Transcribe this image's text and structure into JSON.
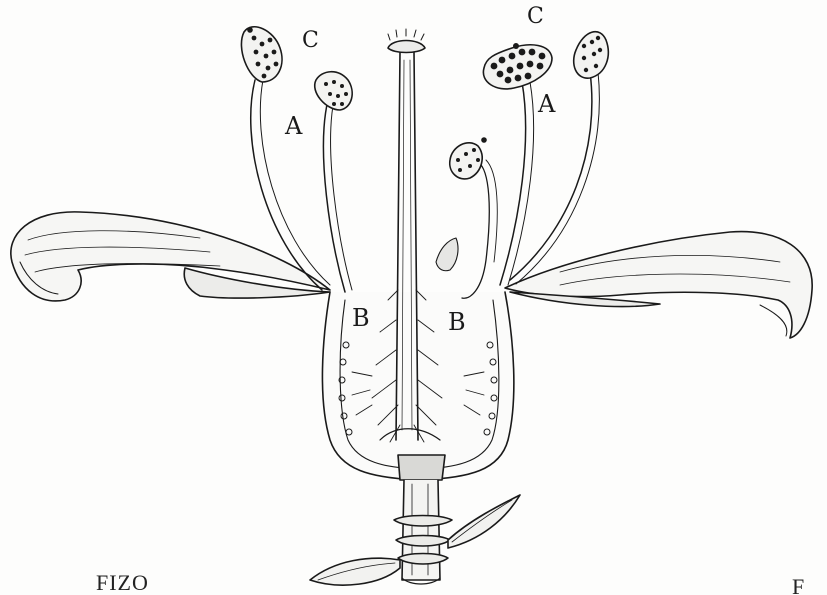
{
  "figure": {
    "labels": {
      "c_left": "C",
      "c_right": "C",
      "a_left": "A",
      "a_right": "A",
      "b_left": "B",
      "b_right": "B"
    },
    "caption_left": "FIZO",
    "caption_right": "F"
  },
  "colors": {
    "ink": "#1a1a1a",
    "paper": "#fdfdfc"
  }
}
